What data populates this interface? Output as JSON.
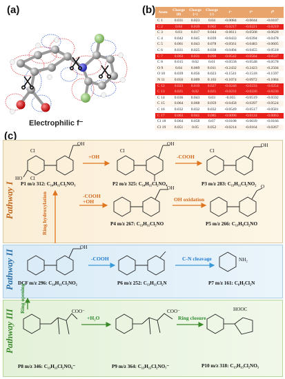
{
  "panel_a": {
    "label": "(a)",
    "caption": "Electrophilic f⁻"
  },
  "panel_b": {
    "label": "(b)",
    "headers": [
      "Atom",
      "Charge (0)",
      "Charge (+)",
      "Charge (-)",
      "f⁻",
      "f⁺",
      "f⁰"
    ],
    "rows": [
      {
        "atom": "C 1",
        "q0": "0.031",
        "qp": "0.023",
        "qm": "0.04",
        "fm": "-0.0084",
        "fp": "-0.0044",
        "f0": "-0.0107",
        "hl": false
      },
      {
        "atom": "C 2",
        "q0": "0.04",
        "qp": "0.019",
        "qm": "0.062",
        "fm": "-0.0217",
        "fp": "-0.0221",
        "f0": "-0.0219",
        "hl": true
      },
      {
        "atom": "C 3",
        "q0": "0.03",
        "qp": "0.017",
        "qm": "0.044",
        "fm": "-0.0611",
        "fp": "-0.0568",
        "f0": "-0.0628",
        "hl": false
      },
      {
        "atom": "C 4",
        "q0": "0.042",
        "qp": "0.045",
        "qm": "0.039",
        "fm": "-0.0433",
        "fp": "-0.0394",
        "f0": "-0.0478",
        "hl": false
      },
      {
        "atom": "C 5",
        "q0": "0.061",
        "qp": "0.043",
        "qm": "0.078",
        "fm": "-0.0561",
        "fp": "-0.0483",
        "f0": "-0.0605",
        "hl": false
      },
      {
        "atom": "C 6",
        "q0": "0.031",
        "qp": "0.025",
        "qm": "0.038",
        "fm": "-0.0494",
        "fp": "-0.0455",
        "f0": "-0.0518",
        "hl": false
      },
      {
        "atom": "C 7",
        "q0": "0.063",
        "qp": "0.031",
        "qm": "0.098",
        "fm": "-0.0542",
        "fp": "-0.0584",
        "f0": "-0.0537",
        "hl": true
      },
      {
        "atom": "C 8",
        "q0": "0.015",
        "qp": "0.02",
        "qm": "0.01",
        "fm": "-0.0558",
        "fp": "-0.0548",
        "f0": "-0.0578",
        "hl": false
      },
      {
        "atom": "O 9",
        "q0": "0.04",
        "qp": "0.069",
        "qm": "0.011",
        "fm": "-0.2432",
        "fp": "-0.2423",
        "f0": "-0.2504",
        "hl": false
      },
      {
        "atom": "O 10",
        "q0": "0.039",
        "qp": "0.056",
        "qm": "0.023",
        "fm": "-0.1541",
        "fp": "-0.1518",
        "f0": "-0.1597",
        "hl": false
      },
      {
        "atom": "N 11",
        "q0": "0.056",
        "qp": "0.009",
        "qm": "0.103",
        "fm": "-0.1074",
        "fp": "-0.0972",
        "f0": "-0.1084",
        "hl": false
      },
      {
        "atom": "C 12",
        "q0": "0.023",
        "qp": "0.019",
        "qm": "0.027",
        "fm": "-0.0246",
        "fp": "-0.0233",
        "f0": "-0.0254",
        "hl": true
      },
      {
        "atom": "C 13",
        "q0": "0.021",
        "qp": "0.02",
        "qm": "0.021",
        "fm": "-0.0231",
        "fp": "-0.0226",
        "f0": "-0.0236",
        "hl": true
      },
      {
        "atom": "C 14",
        "q0": "0.036",
        "qp": "0.043",
        "qm": "0.03",
        "fm": "-0.055",
        "fp": "-0.0519",
        "f0": "-0.0592",
        "hl": false
      },
      {
        "atom": "C 15",
        "q0": "0.064",
        "qp": "0.068",
        "qm": "0.059",
        "fm": "-0.0458",
        "fp": "-0.0397",
        "f0": "-0.0524",
        "hl": false
      },
      {
        "atom": "C 16",
        "q0": "0.032",
        "qp": "0.032",
        "qm": "0.032",
        "fm": "-0.0549",
        "fp": "-0.0517",
        "f0": "-0.0581",
        "hl": false
      },
      {
        "atom": "C 17",
        "q0": "0.063",
        "qp": "0.041",
        "qm": "0.085",
        "fm": "-0.0096",
        "fp": "-0.0124",
        "f0": "-0.0063",
        "hl": true
      },
      {
        "atom": "Cl 18",
        "q0": "0.064",
        "qp": "0.058",
        "qm": "0.07",
        "fm": "-0.0108",
        "fp": "-0.0039",
        "f0": "-0.0166",
        "hl": false
      },
      {
        "atom": "Cl 19",
        "q0": "0.051",
        "qp": "0.05",
        "qm": "0.052",
        "fm": "-0.0214",
        "fp": "-0.0164",
        "f0": "-0.0267",
        "hl": false
      }
    ]
  },
  "panel_c": {
    "label": "(c)",
    "pathways": [
      "Pathway I",
      "Pathway II",
      "Pathway III"
    ],
    "compounds": {
      "P1": "P1 m/z 312: C₁₄H₁₁Cl₂NO₃",
      "P2": "P2 m/z 325: C₁₄H₁₁Cl₂NO₄",
      "P3": "P3 m/z 283: C₁₃H₁₁Cl₂NO₂",
      "P4": "P4 m/z 267: C₁₃H₁₁Cl₂NO",
      "P5": "P5 m/z 266: C₁₃H₉Cl₂NO",
      "DCF": "DCF m/z 296: C₁₄H₁₁Cl₂NO₂",
      "P6": "P6 m/z 252: C₁₃H₁₁Cl₂N",
      "P7": "P7 m/z 161: C₆H₅Cl₂N",
      "P8": "P8 m/z 346: C₁₃H₁₃Cl₂NO₆⁻",
      "P9": "P9 m/z 364: C₁₃H₁₅Cl₂NO₇⁻",
      "P10": "P10 m/z 318: C₁₃H₁₃Cl₂NO₅"
    },
    "arrows": {
      "oh_1": "+OH",
      "cooh_1": "-COOH",
      "ring_hydroxylation": "Ring hydroxylation",
      "cooh_oh": "-COOH +OH",
      "oh_oxidation": "OH oxidation",
      "cooh_2": "-COOH",
      "cn_cleavage": "C-N cleavage",
      "ring_opening": "Ring opening",
      "h2o": "+H₂O",
      "ring_closure": "Ring closure"
    },
    "atoms": {
      "cl": "Cl",
      "nh": "H\nN",
      "oh": "OH",
      "o": "O",
      "ho": "HO",
      "nh2": "NH₂",
      "coo": "COO⁻",
      "hooc": "HOOC"
    }
  }
}
